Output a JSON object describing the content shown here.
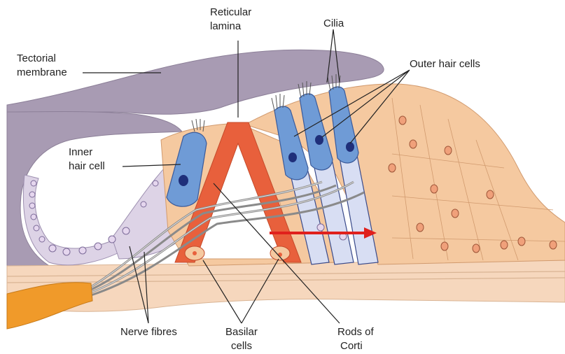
{
  "labels": {
    "tectorial_1": "Tectorial",
    "tectorial_2": "membrane",
    "reticular_1": "Reticular",
    "reticular_2": "lamina",
    "cilia": "Cilia",
    "outer_hair_cells": "Outer hair cells",
    "inner_1": "Inner",
    "inner_2": "hair cell",
    "nerve_fibres": "Nerve fibres",
    "basilar_1": "Basilar",
    "basilar_2": "cells",
    "rods_1": "Rods of",
    "rods_2": "Corti"
  },
  "colors": {
    "tectorial": "#a89bb3",
    "support_lilac": "#ddd3e6",
    "outer_tissue": "#f5c9a0",
    "outer_hair_cell": "#6f9bd6",
    "outer_hair_lower": "#d8def3",
    "nucleus": "#1f2f7a",
    "rods": "#e8603c",
    "basilar_membrane": "#f6d7bd",
    "nerve": "#f09a2a",
    "arrow": "#e0201c"
  }
}
